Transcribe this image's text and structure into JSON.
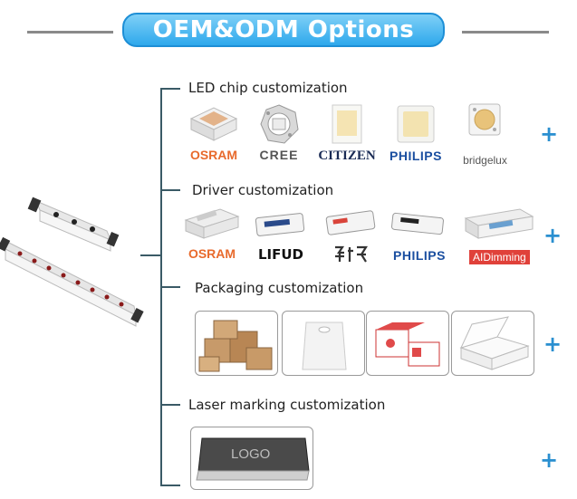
{
  "header": {
    "title": "OEM&ODM Options"
  },
  "sections": [
    {
      "label": "LED chip customization",
      "brands": [
        "OSRAM",
        "CREE",
        "CITIZEN",
        "PHILIPS",
        "bridgelux"
      ]
    },
    {
      "label": "Driver customization",
      "brands": [
        "OSRAM",
        "LIFUD",
        "PHILIPS",
        "AIDimming"
      ]
    },
    {
      "label": "Packaging customization"
    },
    {
      "label": "Laser marking customization",
      "logo_text": "LOGO"
    }
  ],
  "plus_symbol": "+",
  "colors": {
    "accent": "#2ea8ec",
    "plus": "#2a8fd0",
    "osram": "#e86a2c",
    "philips": "#1b4fa0"
  }
}
